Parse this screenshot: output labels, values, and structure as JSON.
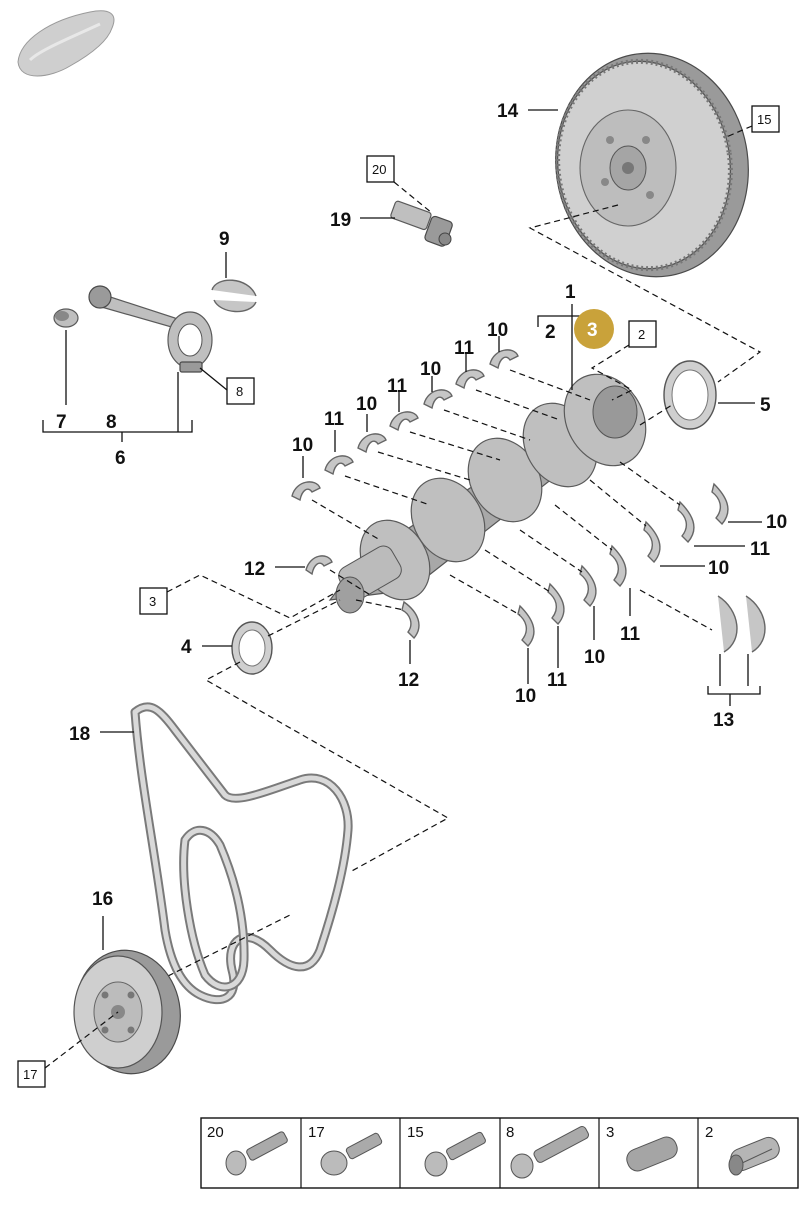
{
  "callouts": {
    "c1": "1",
    "c2": "2",
    "c3": "3",
    "c4": "4",
    "c5": "5",
    "c6": "6",
    "c7": "7",
    "c8": "8",
    "c9": "9",
    "c10": "10",
    "c11": "11",
    "c12": "12",
    "c13": "13",
    "c14": "14",
    "c16": "16",
    "c18": "18",
    "c19": "19"
  },
  "boxed_refs": {
    "b20": "20",
    "b15": "15",
    "b2": "2",
    "b8": "8",
    "b3": "3",
    "b17": "17"
  },
  "highlight": {
    "label": "3",
    "color": "#C9A23A"
  },
  "legend": {
    "cells": [
      {
        "number": "20",
        "icon": "hex-socket-bolt-icon"
      },
      {
        "number": "17",
        "icon": "flange-bolt-icon"
      },
      {
        "number": "15",
        "icon": "twelve-point-bolt-icon"
      },
      {
        "number": "8",
        "icon": "long-twelve-point-bolt-icon"
      },
      {
        "number": "3",
        "icon": "dowel-sleeve-icon"
      },
      {
        "number": "2",
        "icon": "split-sleeve-icon"
      }
    ]
  }
}
